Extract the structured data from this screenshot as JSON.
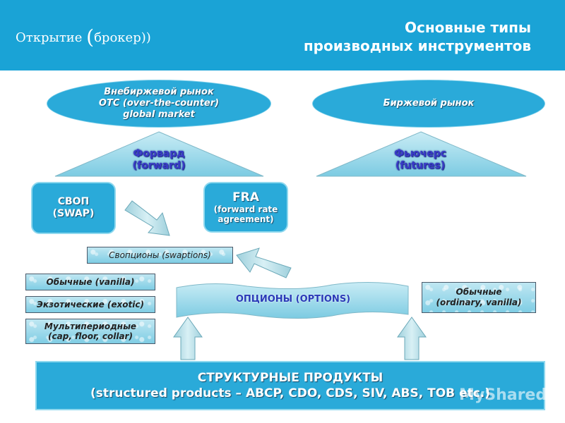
{
  "header": {
    "logo_word1": "Открытие",
    "logo_paren_open": "(",
    "logo_word2": "брокер",
    "logo_paren_close": "))",
    "title_line1": "Основные типы",
    "title_line2": "производных инструментов"
  },
  "otc": {
    "line1": "Внебиржевой рынок",
    "line2": "OTC (over-the-counter)",
    "line3": "global market"
  },
  "exchange": {
    "label": "Биржевой рынок"
  },
  "forward": {
    "line1": "Форвард",
    "line2": "(forward)"
  },
  "futures": {
    "line1": "Фьючерс",
    "line2": "(futures)"
  },
  "swap": {
    "line1": "СВОП",
    "line2": "(SWAP)"
  },
  "fra": {
    "line1": "FRA",
    "line2": "(forward rate",
    "line3": "agreement)"
  },
  "swaptions": {
    "label": "Свопционы  (swaptions)"
  },
  "options": {
    "label": "ОПЦИОНЫ (OPTIONS)"
  },
  "left_types": {
    "vanilla": "Обычные (vanilla)",
    "exotic": "Экзотические (exotic)",
    "multi_line1": "Мультипериодные",
    "multi_line2": "(cap, floor, collar)"
  },
  "ordinary": {
    "line1": "Обычные",
    "line2": "(ordinary, vanilla)"
  },
  "structured": {
    "line1": "СТРУКТУРНЫЕ ПРОДУКТЫ",
    "line2": "(structured products – ABCP, CDO, CDS, SIV, ABS, TOB etc.)"
  },
  "watermark": "MyShared",
  "colors": {
    "header": "#1aa3d6",
    "accent": "#2aaad9",
    "water": "#9fdaea"
  }
}
